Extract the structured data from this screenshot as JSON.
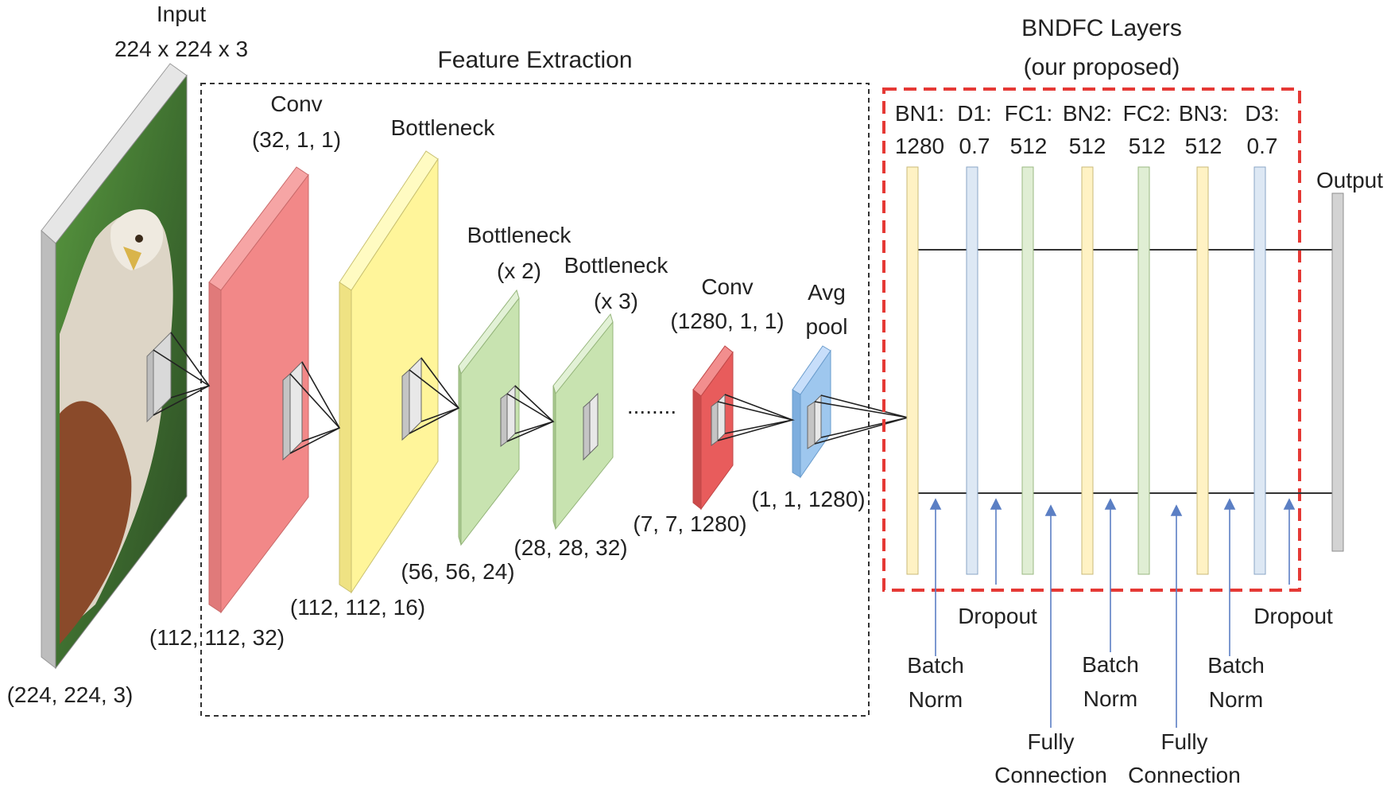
{
  "input": {
    "title": "Input",
    "size": "224 x 224 x 3",
    "dims": "(224, 224, 3)",
    "photo_colors": {
      "bg_green": "#4f8a3a",
      "bg_dark": "#2f4a2a",
      "bird_white": "#e8e2d8",
      "bird_brown": "#8a4a2a"
    }
  },
  "feature_extraction": {
    "title": "Feature Extraction",
    "layers": [
      {
        "name": "Conv",
        "params": "(32, 1, 1)",
        "output": "(112, 112, 32)",
        "color": "#f08080"
      },
      {
        "name": "Bottleneck",
        "params": "",
        "output": "(112, 112, 16)",
        "color": "#fff59a"
      },
      {
        "name": "Bottleneck",
        "params": "(x 2)",
        "output": "(56, 56, 24)",
        "color": "#c8e3b0"
      },
      {
        "name": "Bottleneck",
        "params": "(x 3)",
        "output": "(28, 28, 32)",
        "color": "#c8e3b0"
      },
      {
        "name": "Conv",
        "params": "(1280, 1, 1)",
        "output": "(7, 7, 1280)",
        "color": "#e85c5c"
      },
      {
        "name": "Avg",
        "params": "pool",
        "output": "(1, 1, 1280)",
        "color": "#9ec7ee"
      }
    ],
    "ellipsis": "........"
  },
  "bndfc": {
    "title": "BNDFC Layers",
    "subtitle": "(our proposed)",
    "border_color": "#e53935",
    "layers": [
      {
        "label": "BN1:",
        "value": "1280",
        "color": "#fff2c4"
      },
      {
        "label": "D1:",
        "value": "0.7",
        "color": "#dde8f4"
      },
      {
        "label": "FC1:",
        "value": "512",
        "color": "#e0eed4"
      },
      {
        "label": "BN2:",
        "value": "512",
        "color": "#fff2c4"
      },
      {
        "label": "FC2:",
        "value": "512",
        "color": "#e0eed4"
      },
      {
        "label": "BN3:",
        "value": "512",
        "color": "#fff2c4"
      },
      {
        "label": "D3:",
        "value": "0.7",
        "color": "#dde8f4"
      }
    ],
    "output_label": "Output",
    "arrow_color": "#5b7fc4",
    "annotations": [
      {
        "line1": "Batch",
        "line2": "Norm"
      },
      {
        "line1": "Dropout",
        "line2": ""
      },
      {
        "line1": "Fully",
        "line2": "Connection"
      },
      {
        "line1": "Batch",
        "line2": "Norm"
      },
      {
        "line1": "Fully",
        "line2": "Connection"
      },
      {
        "line1": "Batch",
        "line2": "Norm"
      },
      {
        "line1": "Dropout",
        "line2": ""
      }
    ]
  }
}
